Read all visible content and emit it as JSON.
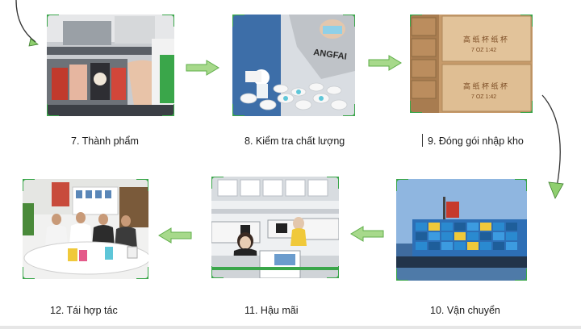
{
  "steps": [
    {
      "label": "7. Thành phẩm",
      "scene": "cup-machine"
    },
    {
      "label": "8. Kiểm tra chất lượng",
      "scene": "quality-check"
    },
    {
      "label": "9. Đóng gói nhập kho",
      "scene": "packing-boxes"
    },
    {
      "label": "10. Vận chuyển",
      "scene": "container-ship"
    },
    {
      "label": "11. Hậu mãi",
      "scene": "office"
    },
    {
      "label": "12. Tái hợp tác",
      "scene": "meeting"
    }
  ],
  "box_text": {
    "line1": "高 纸 杯 纸 杯",
    "line2": "7 OZ 1:42"
  },
  "shirt_text": "ANGFAI",
  "colors": {
    "accent": "#3aa64a",
    "arrow_fill": "#a7d98b",
    "arrow_stroke": "#5fae49"
  }
}
